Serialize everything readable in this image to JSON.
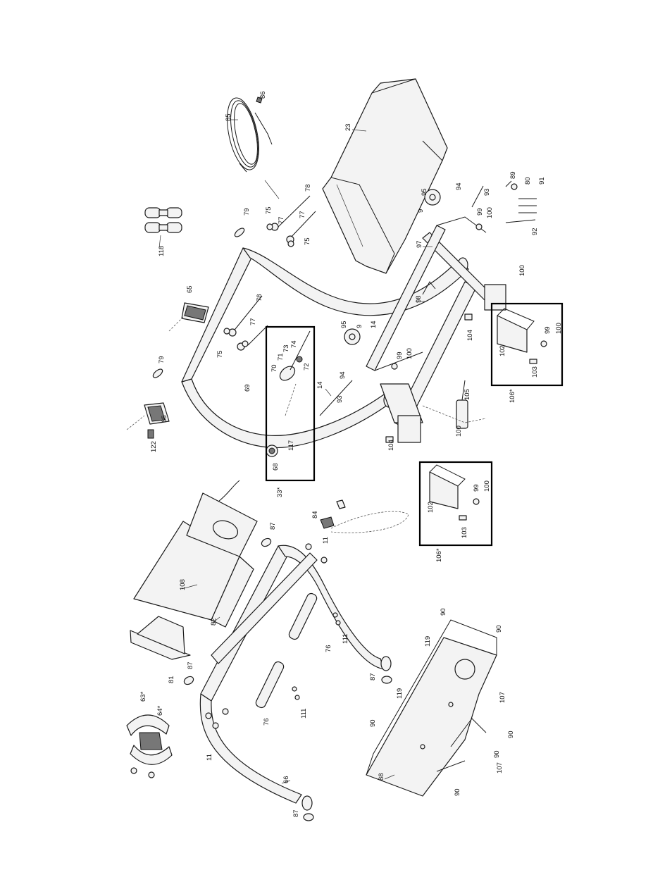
{
  "diagram": {
    "labels": {
      "l23": "23",
      "l86": "86",
      "l85": "85",
      "l118": "118",
      "l79a": "79",
      "l79b": "79",
      "l75a": "75",
      "l75b": "75",
      "l75c": "75",
      "l77a": "77",
      "l77b": "77",
      "l77c": "77",
      "l78a": "78",
      "l78b": "78",
      "l65a": "65",
      "l65b": "65",
      "l122": "122",
      "l69": "69",
      "l89": "89",
      "l80": "80",
      "l91": "91",
      "l92": "92",
      "l95a": "95",
      "l95b": "95",
      "l9a": "9",
      "l9b": "9",
      "l94a": "94",
      "l94b": "94",
      "l93a": "93",
      "l93b": "93",
      "l99a": "99",
      "l99b": "99",
      "l99c": "99",
      "l99d": "99",
      "l100a": "100",
      "l100b": "100",
      "l100c": "100",
      "l100d": "100",
      "l100e": "100",
      "l100f": "100",
      "l97": "97",
      "l98": "98",
      "l14a": "14",
      "l14b": "14",
      "l104a": "104",
      "l104b": "104",
      "l105": "105",
      "l102a": "102",
      "l102b": "102",
      "l103a": "103",
      "l103b": "103",
      "l106a": "106*",
      "l106b": "106*",
      "l70": "70",
      "l71": "71",
      "l72": "72",
      "l73": "73",
      "l74": "74",
      "l68": "68",
      "l117": "117",
      "l33": "33*",
      "l84": "84",
      "l87a": "87",
      "l87b": "87",
      "l87c": "87",
      "l87d": "87",
      "l108": "108",
      "l82": "82",
      "l81": "81",
      "l11a": "11",
      "l11b": "11",
      "l111a": "111",
      "l111b": "111",
      "l76a": "76",
      "l76b": "76",
      "l66": "66",
      "l63": "63*",
      "l64": "64*",
      "l90a": "90",
      "l90b": "90",
      "l90c": "90",
      "l90d": "90",
      "l90e": "90",
      "l90f": "90",
      "l119a": "119",
      "l119b": "119",
      "l107a": "107",
      "l107b": "107",
      "l88": "88"
    }
  }
}
